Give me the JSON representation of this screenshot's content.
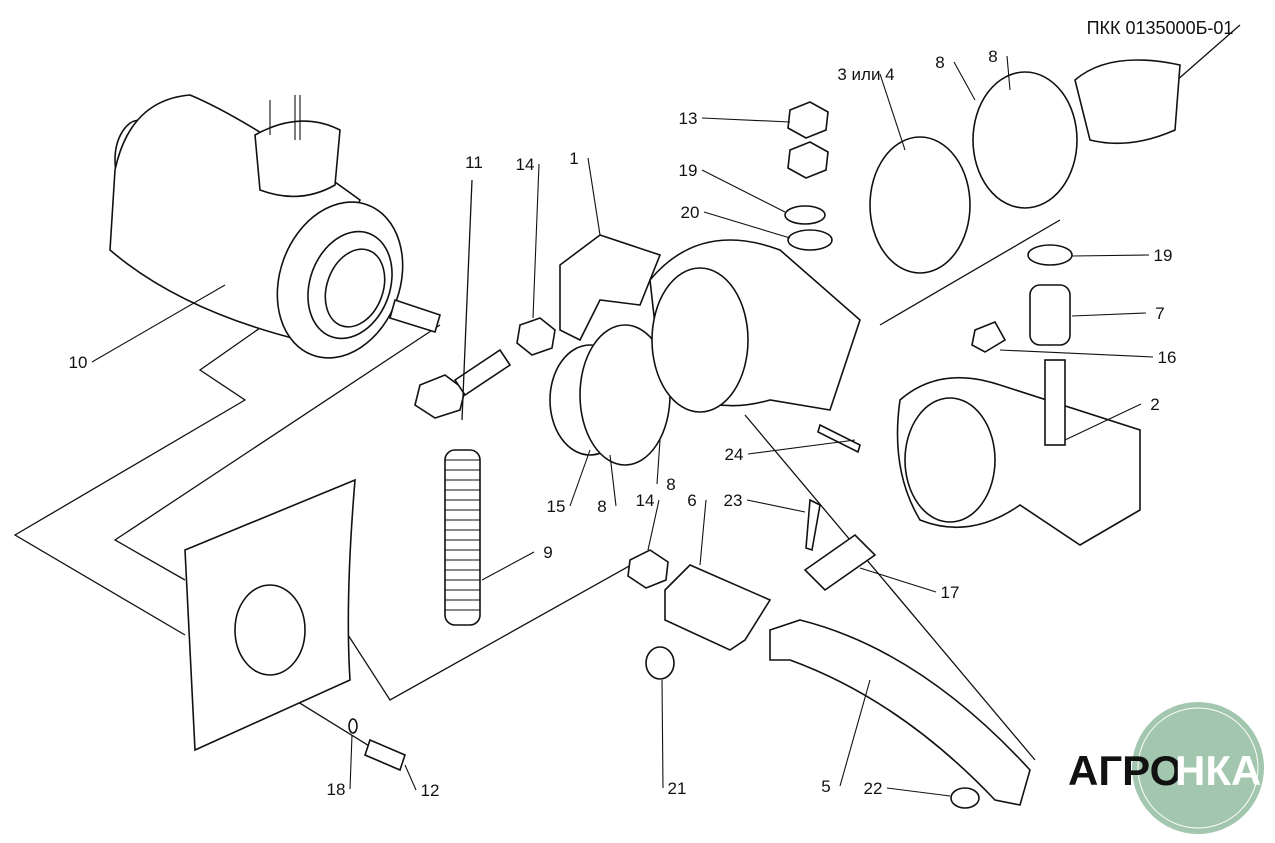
{
  "title": "ПКК 0135000Б-01",
  "logo": {
    "text_left": "АГРО",
    "text_right": "НКА",
    "color": "#a3c6ae"
  },
  "callouts": [
    {
      "id": "3or4",
      "text": "3 или 4"
    },
    {
      "id": "8a",
      "text": "8"
    },
    {
      "id": "8b",
      "text": "8"
    },
    {
      "id": "13",
      "text": "13"
    },
    {
      "id": "1",
      "text": "1"
    },
    {
      "id": "11",
      "text": "11"
    },
    {
      "id": "14a",
      "text": "14"
    },
    {
      "id": "19a",
      "text": "19"
    },
    {
      "id": "20",
      "text": "20"
    },
    {
      "id": "19b",
      "text": "19"
    },
    {
      "id": "7",
      "text": "7"
    },
    {
      "id": "16",
      "text": "16"
    },
    {
      "id": "2",
      "text": "2"
    },
    {
      "id": "10",
      "text": "10"
    },
    {
      "id": "24",
      "text": "24"
    },
    {
      "id": "9",
      "text": "9"
    },
    {
      "id": "15",
      "text": "15"
    },
    {
      "id": "8c",
      "text": "8"
    },
    {
      "id": "8d",
      "text": "8"
    },
    {
      "id": "14b",
      "text": "14"
    },
    {
      "id": "6",
      "text": "6"
    },
    {
      "id": "23",
      "text": "23"
    },
    {
      "id": "17",
      "text": "17"
    },
    {
      "id": "18",
      "text": "18"
    },
    {
      "id": "12",
      "text": "12"
    },
    {
      "id": "21",
      "text": "21"
    },
    {
      "id": "5",
      "text": "5"
    },
    {
      "id": "22",
      "text": "22"
    }
  ]
}
